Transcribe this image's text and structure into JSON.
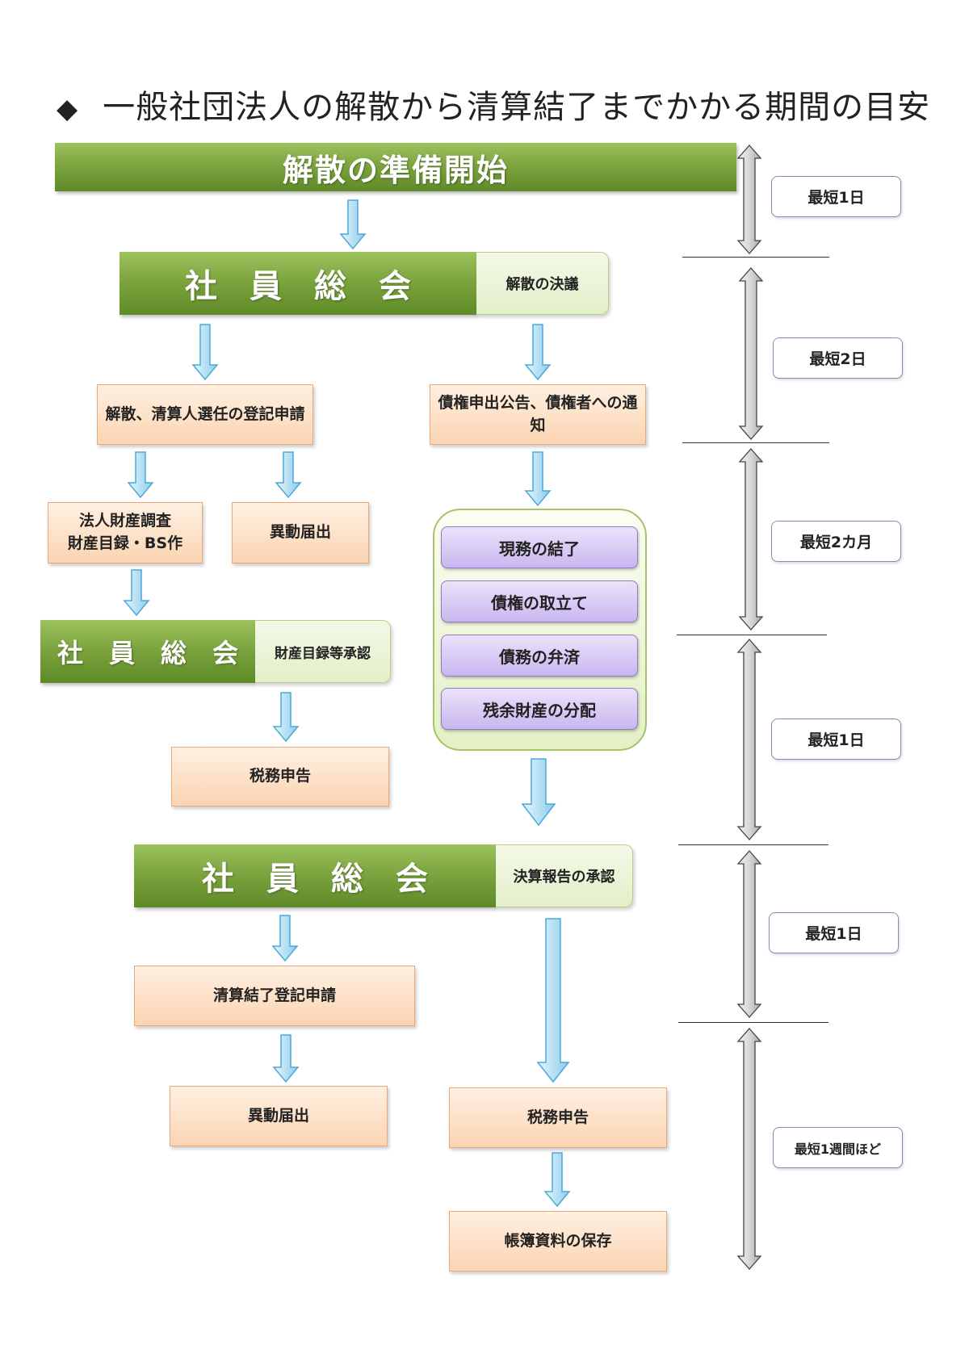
{
  "title": "一般社団法人の解散から清算結了までかかる期間の目安",
  "nodes": {
    "start": "解散の準備開始",
    "meeting1": "社　員　総　会",
    "meeting1_note": "解散の決議",
    "reg_dissolution": "解散、清算人選任の登記申請",
    "creditor_notice": "債権申出公告、債権者への通知",
    "asset_survey": "法人財産調査\n財産目録・BS作",
    "change_notice1": "異動届出",
    "meeting2": "社　員　総　会",
    "meeting2_note": "財産目録等承認",
    "tax1": "税務申告",
    "task1": "現務の結了",
    "task2": "債権の取立て",
    "task3": "債務の弁済",
    "task4": "残余財産の分配",
    "meeting3": "社　員　総　会",
    "meeting3_note": "決算報告の承認",
    "reg_completion": "清算結了登記申請",
    "change_notice2": "異動届出",
    "tax2": "税務申告",
    "records": "帳簿資料の保存"
  },
  "durations": [
    "最短1日",
    "最短2日",
    "最短2カ月",
    "最短1日",
    "最短1日",
    "最短1週間ほど"
  ],
  "colors": {
    "green": "#7aa23c",
    "orange": "#fbd4b2",
    "purple": "#c9b6ef",
    "arrow_fill": "#c9e8f7",
    "arrow_stroke": "#4aa9d8"
  }
}
